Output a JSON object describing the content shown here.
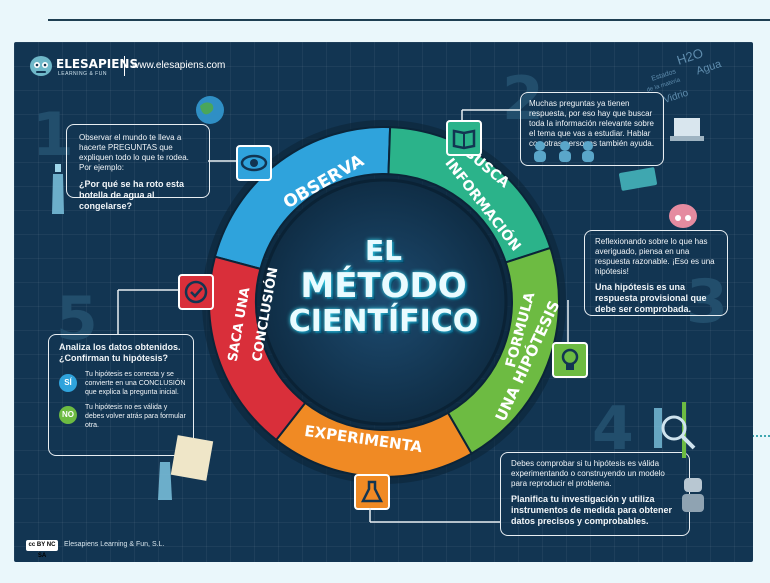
{
  "site": {
    "logo_text": "ELESAPIENS",
    "logo_sub": "LEARNING & FUN",
    "url": "www.elesapiens.com",
    "footer": "Elesapiens Learning & Fun, S.L.",
    "cc": "cc BY NC SA"
  },
  "title": {
    "line1": "EL",
    "line2": "MÉTODO",
    "line3": "CIENTÍFICO"
  },
  "steps": [
    {
      "number": "1",
      "label": "OBSERVA",
      "color": "#2fa3dc",
      "text": "Observar el mundo te lleva a hacerte PREGUNTAS que expliquen todo lo que te rodea. Por ejemplo:",
      "question": "¿Por qué se ha roto esta botella de agua al congelarse?"
    },
    {
      "number": "2",
      "label_1": "BUSCA",
      "label_2": "INFORMACIÓN",
      "color": "#2bb38a",
      "text": "Muchas preguntas ya tienen respuesta, por eso hay que buscar toda la información relevante sobre el tema que vas a estudiar. Hablar con otras personas también ayuda."
    },
    {
      "number": "3",
      "label_1": "FORMULA",
      "label_2": "UNA HIPÓTESIS",
      "color": "#6dbb42",
      "text": "Reflexionando sobre lo que has averiguado, piensa en una respuesta razonable. ¡Eso es una hipótesis!",
      "highlight": "Una hipótesis es una respuesta provisional que debe ser comprobada."
    },
    {
      "number": "4",
      "label": "EXPERIMENTA",
      "color": "#f08a24",
      "text": "Debes comprobar si tu hipótesis es válida experimentando o construyendo un modelo para reproducir el problema.",
      "highlight": "Planifica tu investigación y utiliza instrumentos de medida para obtener datos precisos y comprobables."
    },
    {
      "number": "5",
      "label_1": "SACA UNA",
      "label_2": "CONCLUSIÓN",
      "color": "#d92f3a",
      "heading": "Analiza los datos obtenidos. ¿Confirman tu hipótesis?",
      "yes_label": "SÍ",
      "yes_text": "Tu hipótesis es correcta y se convierte en una CONCLUSIÓN que explica la pregunta inicial.",
      "no_label": "NO",
      "no_text": "Tu hipótesis no es válida y debes volver atrás para formular otra."
    }
  ],
  "decor": {
    "h2o": "H2O",
    "states_1": "Estados",
    "states_2": "de la materia",
    "water": "Agua",
    "glass": "Vidrio"
  },
  "colors": {
    "board": "#123552",
    "observa": "#2fa3dc",
    "busca": "#2bb38a",
    "formula": "#6dbb42",
    "experimenta": "#f08a24",
    "conclusion": "#d92f3a"
  }
}
